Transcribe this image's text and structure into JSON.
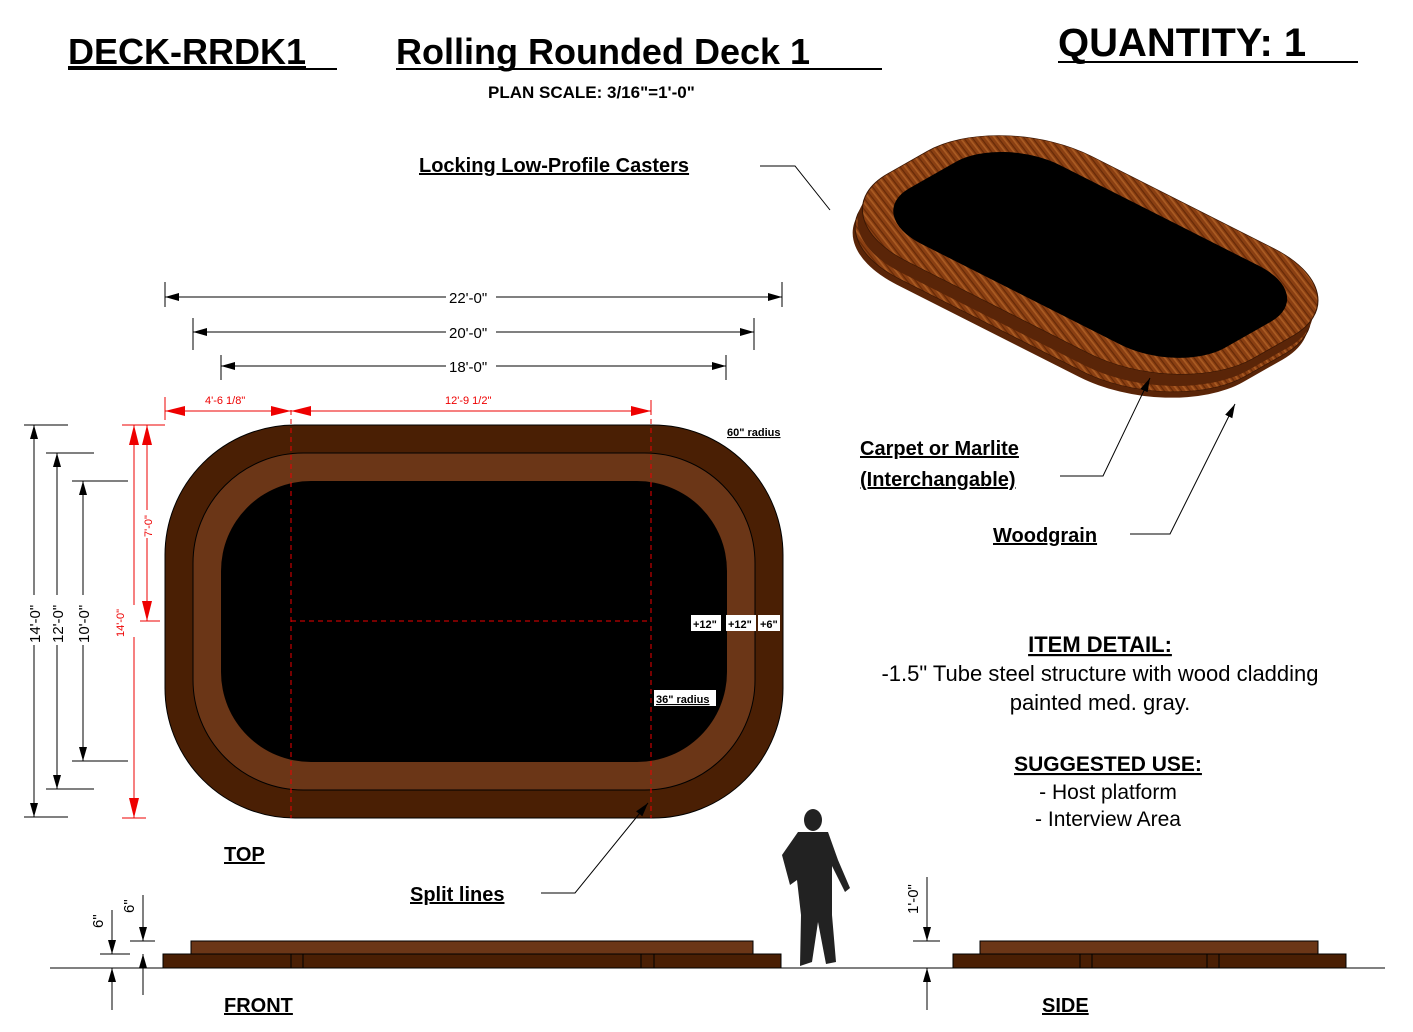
{
  "header": {
    "code": "DECK-RRDK1",
    "title": "Rolling Rounded Deck 1",
    "scale": "PLAN  SCALE: 3/16\"=1'-0\"",
    "quantity": "QUANTITY: 1"
  },
  "callouts": {
    "casters": "Locking Low-Profile Casters",
    "carpet_1": "Carpet or Marlite",
    "carpet_2": "(Interchangable)",
    "woodgrain": "Woodgrain",
    "split_lines": "Split lines"
  },
  "dimensions": {
    "w22": "22'-0\"",
    "w20": "20'-0\"",
    "w18": "18'-0\"",
    "red_left": "4'-6 1/8\"",
    "red_mid": "12'-9 1/2\"",
    "radius60": "60\" radius",
    "radius36": "36\" radius",
    "h14": "14'-0\"",
    "h12": "12'-0\"",
    "h10": "10'-0\"",
    "red_h14": "14'-0\"",
    "red_h7": "7'-0\"",
    "plus12a": "+12\"",
    "plus12b": "+12\"",
    "plus6": "+6\"",
    "front_6a": "6\"",
    "front_6b": "6\"",
    "side_height": "1'-0\""
  },
  "views": {
    "top": "TOP",
    "front": "FRONT",
    "side": "SIDE"
  },
  "detail": {
    "heading": "ITEM DETAIL:",
    "line1": "-1.5\" Tube steel structure with wood cladding",
    "line2": "painted med. gray.",
    "use_heading": "SUGGESTED USE:",
    "use1": "- Host platform",
    "use2": "- Interview Area"
  },
  "colors": {
    "outer": "#4a1f04",
    "middle": "#6b3617",
    "carpet": "#000000",
    "wood": "#8a3f12",
    "dim_red": "#ee0000"
  }
}
